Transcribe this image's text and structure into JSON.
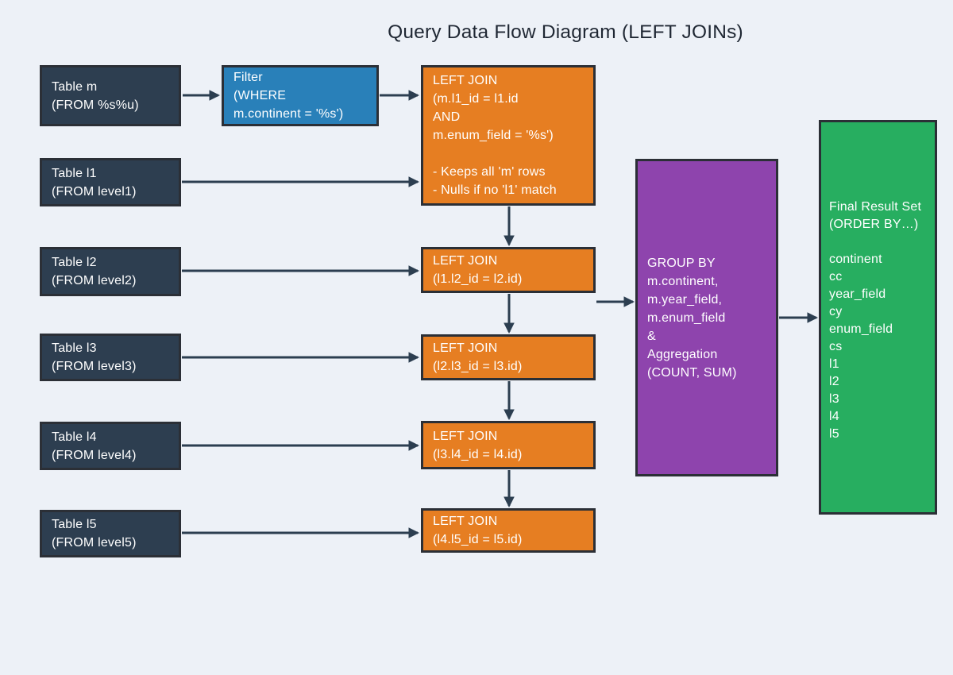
{
  "title": "Query Data Flow Diagram (LEFT JOINs)",
  "colors": {
    "background": "#edf1f7",
    "table": "#2d3e50",
    "filter": "#2980b9",
    "join": "#e67e22",
    "group": "#8e44ad",
    "result": "#27ae60",
    "arrow": "#2c3e50",
    "border": "#2b2f36",
    "text": "#ffffff",
    "title_text": "#1f2733"
  },
  "nodes": {
    "table_m": {
      "lines": [
        "Table m",
        "(FROM %s%u)"
      ]
    },
    "filter": {
      "lines": [
        "Filter",
        "(WHERE",
        "m.continent = '%s')"
      ]
    },
    "join1": {
      "lines": [
        "LEFT JOIN",
        "(m.l1_id = l1.id",
        "AND",
        "m.enum_field = '%s')",
        "",
        "- Keeps all 'm' rows",
        "- Nulls if no 'l1' match"
      ]
    },
    "table_l1": {
      "lines": [
        "Table l1",
        "(FROM level1)"
      ]
    },
    "table_l2": {
      "lines": [
        "Table l2",
        "(FROM level2)"
      ]
    },
    "table_l3": {
      "lines": [
        "Table l3",
        "(FROM level3)"
      ]
    },
    "table_l4": {
      "lines": [
        "Table l4",
        "(FROM level4)"
      ]
    },
    "table_l5": {
      "lines": [
        "Table l5",
        "(FROM level5)"
      ]
    },
    "join2": {
      "lines": [
        "LEFT JOIN",
        "(l1.l2_id = l2.id)"
      ]
    },
    "join3": {
      "lines": [
        "LEFT JOIN",
        "(l2.l3_id = l3.id)"
      ]
    },
    "join4": {
      "lines": [
        "LEFT JOIN",
        "(l3.l4_id = l4.id)"
      ]
    },
    "join5": {
      "lines": [
        "LEFT JOIN",
        "(l4.l5_id = l5.id)"
      ]
    },
    "group_by": {
      "lines": [
        "GROUP BY",
        "m.continent,",
        "m.year_field,",
        "m.enum_field",
        "&",
        "Aggregation",
        "(COUNT, SUM)"
      ]
    },
    "result": {
      "lines": [
        "Final Result Set",
        "(ORDER BY…)",
        "",
        "continent",
        "cc",
        "year_field",
        "cy",
        "enum_field",
        "cs",
        "l1",
        "l2",
        "l3",
        "l4",
        "l5"
      ]
    }
  }
}
